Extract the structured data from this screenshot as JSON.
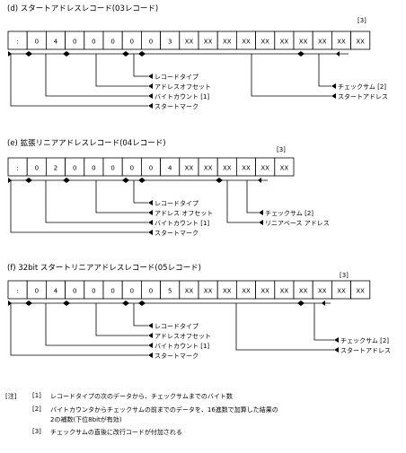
{
  "sections": [
    {
      "title": "(d) スタートアドレスレコード(03レコード)",
      "ref": "[3]",
      "cells": [
        ":",
        "0",
        "4",
        "0",
        "0",
        "0",
        "0",
        "0",
        "3",
        "XX",
        "XX",
        "XX",
        "XX",
        "XX",
        "XX",
        "XX",
        "XX",
        "XX",
        "XX"
      ],
      "labels": [
        "レコードタイプ",
        "アドレスオフセット",
        "バイトカウント [1]",
        "スタートマーク",
        "チェックサム [2]",
        "スタートアドレス"
      ]
    },
    {
      "title": "(e) 拡張リニアアドレスレコード(04レコード)",
      "ref": "[3]",
      "cells": [
        ":",
        "0",
        "2",
        "0",
        "0",
        "0",
        "0",
        "0",
        "4",
        "XX",
        "XX",
        "XX",
        "XX",
        "XX",
        "XX"
      ],
      "labels": [
        "レコードタイプ",
        "アドレス オフセット",
        "バイトカウント [1]",
        "スタートマーク",
        "チェックサム [2]",
        "リニアベース アドレス"
      ]
    },
    {
      "title": "(f) 32bit スタートリニアアドレスレコード(05レコード)",
      "ref": "[3]",
      "cells": [
        ":",
        "0",
        "4",
        "0",
        "0",
        "0",
        "0",
        "0",
        "5",
        "XX",
        "XX",
        "XX",
        "XX",
        "XX",
        "XX",
        "XX",
        "XX",
        "XX",
        "XX"
      ],
      "labels": [
        "レコードタイプ",
        "アドレスオフセット",
        "バイトカウント [1]",
        "スタートマーク",
        "チェックサム [2]",
        "スタートアドレス"
      ]
    }
  ],
  "notes": {
    "heading": "[注]",
    "items": [
      {
        "marker": "[1]",
        "lines": [
          "レコードタイプの次のデータから、チェックサムまでのバイト数"
        ]
      },
      {
        "marker": "[2]",
        "lines": [
          "バイトカウンタからチェックサムの前までのデータを、16進数で加算した結果の",
          "2の補数(下位8bitが有効)"
        ]
      },
      {
        "marker": "[3]",
        "lines": [
          "チェックサムの直後に改行コードが付加される"
        ]
      }
    ]
  }
}
